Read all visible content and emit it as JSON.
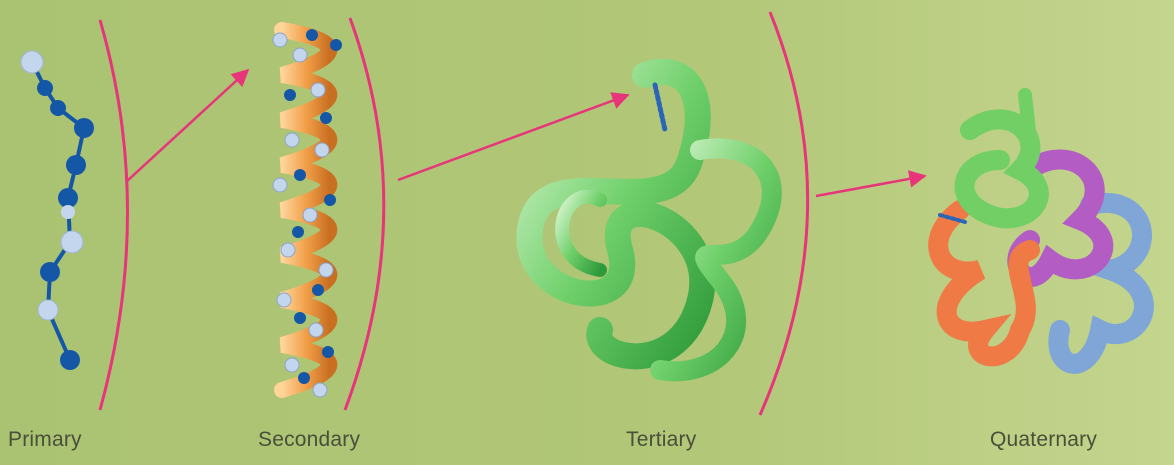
{
  "labels": {
    "primary": "Primary",
    "secondary": "Secondary",
    "tertiary": "Tertiary",
    "quaternary": "Quaternary"
  },
  "colors": {
    "background": "#b0c677",
    "connector": "#e8347a",
    "residue_dark": "#1457a6",
    "residue_light": "#b9cfe8",
    "helix_ribbon": "#f2a04a",
    "tertiary_ribbon": "#6fd06a",
    "quat_green": "#71cf66",
    "quat_purple": "#b25cc4",
    "quat_orange": "#f07a45",
    "quat_blue": "#7fa6d6"
  },
  "icons": [
    "amino-acid-chain",
    "alpha-helix",
    "folded-ribbon",
    "protein-subunit-complex"
  ]
}
